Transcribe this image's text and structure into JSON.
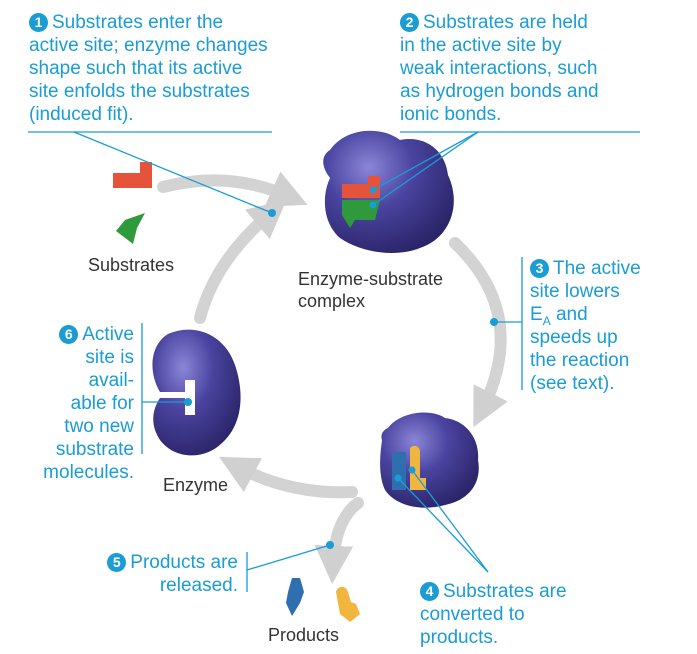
{
  "steps": [
    {
      "number": "1",
      "text": "Substrates enter the\nactive site; enzyme changes\nshape such that its active\nsite enfolds the substrates\n(induced fit)."
    },
    {
      "number": "2",
      "text": "Substrates are held\nin the active site by\nweak interactions, such\nas hydrogen bonds and\nionic bonds."
    },
    {
      "number": "3",
      "line1": "The active",
      "line2": "site lowers",
      "line3_main": "E",
      "line3_sub": "A",
      "line3_tail": " and",
      "line4": "speeds up\nthe reaction\n(see text)."
    },
    {
      "number": "4",
      "text": "Substrates are\nconverted to\nproducts."
    },
    {
      "number": "5",
      "text": "Products are\nreleased."
    },
    {
      "number": "6",
      "text": "Active\nsite is\navail-\nable for\ntwo new\nsubstrate\nmolecules."
    }
  ],
  "labels": {
    "substrates": "Substrates",
    "complex": "Enzyme-substrate\ncomplex",
    "enzyme": "Enzyme",
    "products": "Products"
  },
  "colors": {
    "callout": "#1a9cd4",
    "enzyme": "#3f3a8f",
    "arrow": "#d3d3d3",
    "substrate_red": "#e5533a",
    "substrate_green": "#2e9a3c",
    "product_blue": "#2f6fb0",
    "product_yellow": "#f2b640"
  }
}
